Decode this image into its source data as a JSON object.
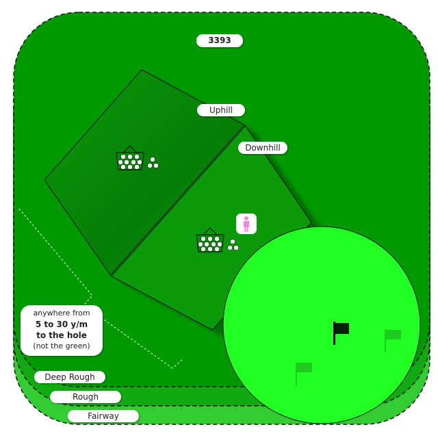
{
  "colors": {
    "fairway": "#33cc33",
    "rough": "#11aa11",
    "deep_rough": "#009900",
    "green": "#22ff22",
    "platform": "#079907",
    "person": "#ee88dd"
  },
  "labels": {
    "top_number": "3393",
    "uphill": "Uphill",
    "downhill": "Downhill",
    "deep_rough": "Deep Rough",
    "rough": "Rough",
    "fairway": "Fairway"
  },
  "info": {
    "line1": "anywhere from",
    "line2": "5 to 30 y/m",
    "line3": "to the hole",
    "line4": "(not the green)"
  },
  "icons": [
    "ball-basket-icon",
    "golf-balls-icon",
    "person-icon",
    "flag-icon"
  ]
}
